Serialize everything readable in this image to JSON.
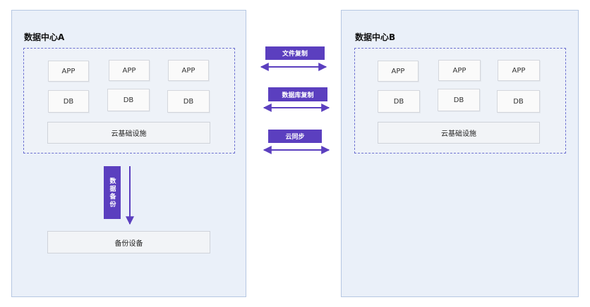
{
  "colors": {
    "accent": "#5b3fbf",
    "panel_bg": "#eaf0f9",
    "panel_border": "#b6c7e2",
    "dashed_border": "#6b6fd0"
  },
  "datacenter_a": {
    "title": "数据中心A",
    "apps": [
      "APP",
      "APP",
      "APP"
    ],
    "dbs": [
      "DB",
      "DB",
      "DB"
    ],
    "infra": "云基础设施",
    "backup_label": "数据备份",
    "backup_device": "备份设备"
  },
  "datacenter_b": {
    "title": "数据中心B",
    "apps": [
      "APP",
      "APP",
      "APP"
    ],
    "dbs": [
      "DB",
      "DB",
      "DB"
    ],
    "infra": "云基础设施"
  },
  "links": [
    {
      "label": "文件复制"
    },
    {
      "label": "数据库复制"
    },
    {
      "label": "云同步"
    }
  ],
  "icons": [
    "double-arrow-icon",
    "down-arrow-icon"
  ]
}
